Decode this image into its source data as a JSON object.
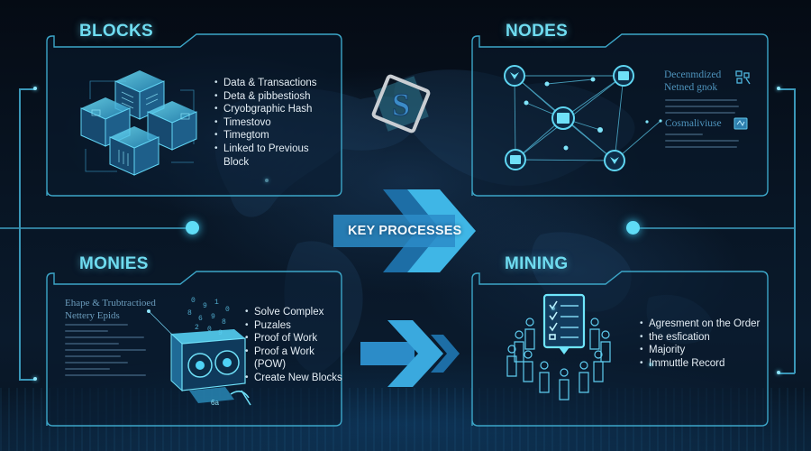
{
  "center": {
    "logo_glyph": "S",
    "key_processes_label": "KEY PROCESSES"
  },
  "panels": {
    "blocks": {
      "title": "BLOCKS",
      "bullets": [
        "Data & Transactions",
        "Deta & pibbestiosh",
        "Cryobgraphic Hash",
        "Timestovo",
        "Timegtom",
        "Linked to Previous Block"
      ]
    },
    "nodes": {
      "title": "NODES",
      "section1_heading_line1": "Decenmdized",
      "section1_heading_line2": "Netned gnok",
      "section2_heading": "Cosmaliviuse"
    },
    "monies": {
      "title": "MONIES",
      "subheading_line1": "Ehape & Trubtractioed",
      "subheading_line2": "Nettery Epids",
      "bullets": [
        "Solve Complex",
        "Puzales",
        "Proof of Work",
        "Proof a Work (POW)",
        "Create New Blocks"
      ]
    },
    "mining": {
      "title": "MINING",
      "bullets": [
        "Agresment on the Order",
        "the esfication",
        "Majority",
        "Immuttle Record"
      ]
    }
  },
  "colors": {
    "border": "#3ca6c8",
    "title": "#6fdcf0",
    "accent_dot": "#5fdcf6",
    "arrow_light": "#3fb6e6",
    "arrow_dark": "#1c6fa8",
    "background": "#050b14"
  }
}
